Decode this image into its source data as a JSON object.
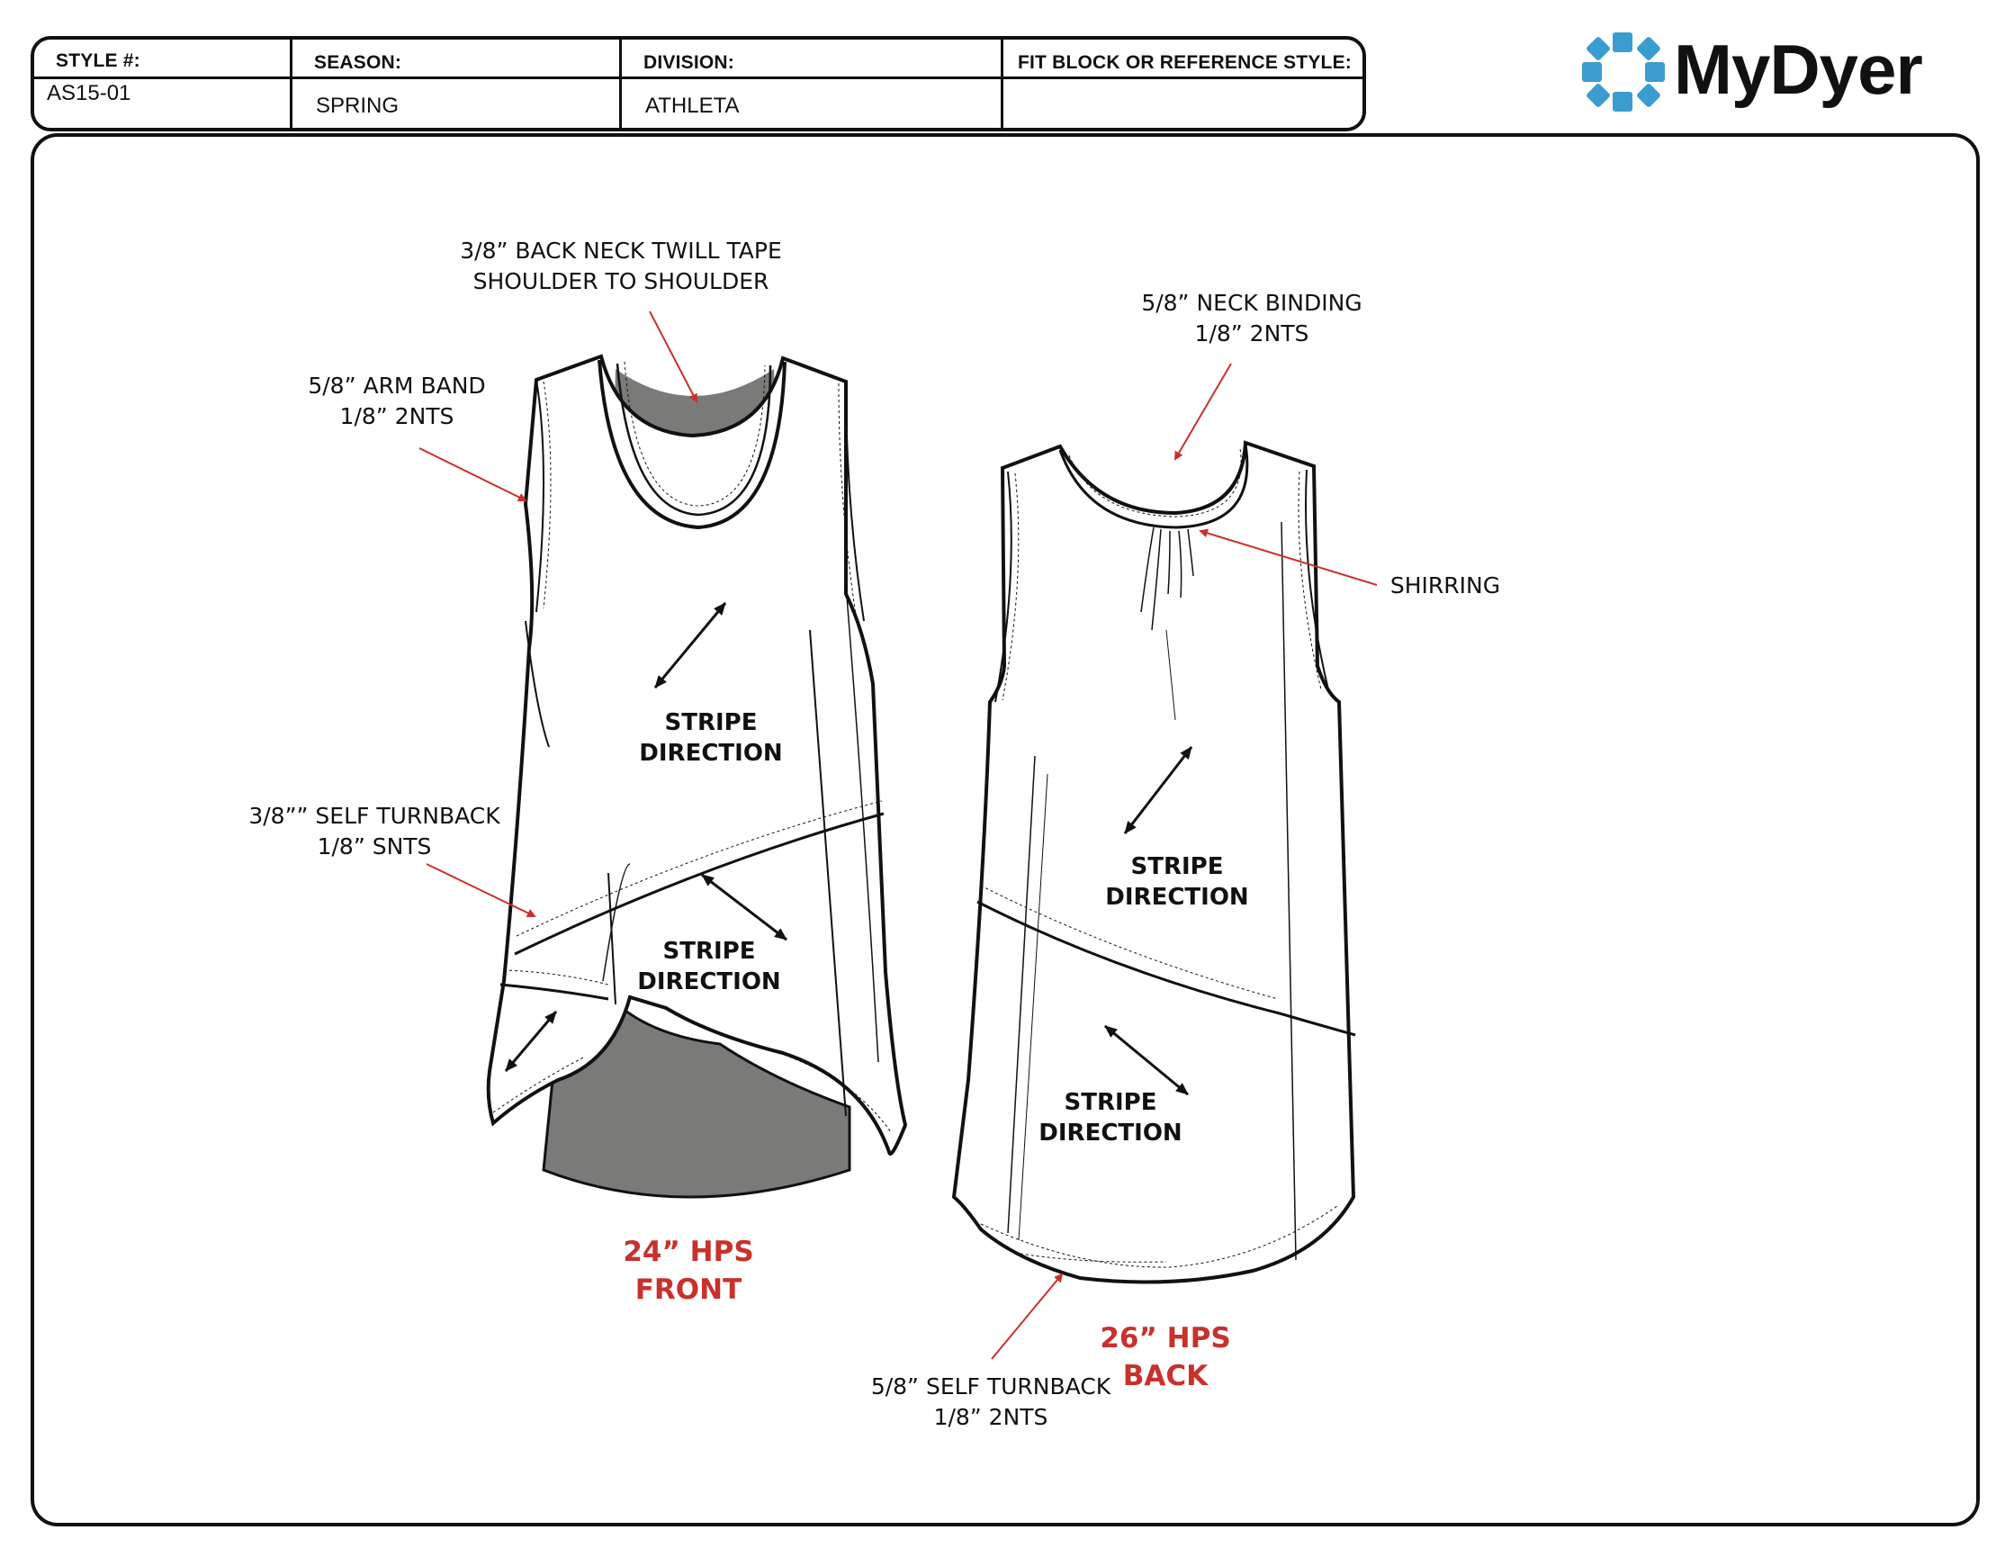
{
  "header": {
    "style_label": "STYLE #:",
    "style_value": "AS15-01",
    "season_label": "SEASON:",
    "season_value": "SPRING",
    "division_label": "DIVISION:",
    "division_value": "ATHLETA",
    "fit_label": "FIT BLOCK OR REFERENCE STYLE:",
    "fit_value": ""
  },
  "logo": {
    "text": "MyDyer",
    "color": "#3b9cd0"
  },
  "callouts": {
    "back_neck_tape": [
      "3/8” BACK NECK TWILL TAPE",
      "SHOULDER TO SHOULDER"
    ],
    "arm_band": [
      "5/8”  ARM BAND",
      "1/8” 2NTS"
    ],
    "self_turnback_front": [
      "3/8””  SELF TURNBACK",
      "1/8” SNTS"
    ],
    "neck_binding": [
      "5/8”  NECK BINDING",
      "1/8” 2NTS"
    ],
    "shirring": [
      "SHIRRING"
    ],
    "self_turnback_back": [
      "5/8”  SELF TURNBACK",
      "1/8” 2NTS"
    ]
  },
  "stripe_label": [
    "STRIPE",
    "DIRECTION"
  ],
  "front_label": [
    "24” HPS",
    "FRONT"
  ],
  "back_label": [
    "26” HPS",
    "BACK"
  ],
  "colors": {
    "callout_arrow": "#c8312c",
    "label_red": "#c8312c",
    "lining_gray": "#7a7a79",
    "outline": "#111111"
  }
}
